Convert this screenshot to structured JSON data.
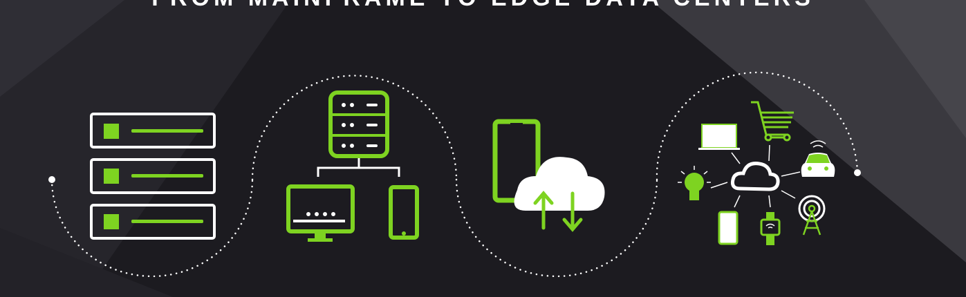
{
  "title": "FROM MAINFRAME TO EDGE DATA CENTERS",
  "colors": {
    "accent": "#7ed321",
    "background": "#1c1b20",
    "line": "#ffffff"
  },
  "stages": [
    {
      "name": "mainframe",
      "icon": "server-rack-icon"
    },
    {
      "name": "client-server",
      "icon": "server-network-icon"
    },
    {
      "name": "cloud-mobile",
      "icon": "cloud-sync-icon"
    },
    {
      "name": "edge-iot",
      "icon": "iot-cloud-icon"
    }
  ]
}
